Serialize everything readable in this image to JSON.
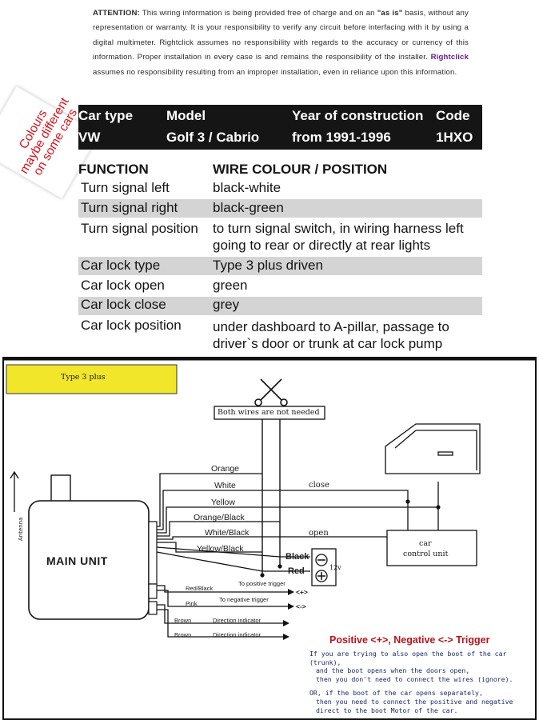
{
  "notice": {
    "attention": "ATTENTION:",
    "p1": "This wiring information is being provided free of charge and on an",
    "as_is": "\"as is\"",
    "p2": "basis, without any representation or warranty. It is your responsibility to verify any circuit before interfacing with it by using a digital multimeter. Rightclick assumes no responsibility with regards to the accuracy or currency of this information. Proper installation in every case is and remains the responsibility of the installer.",
    "brand": "Rightclick",
    "p3": "assumes no responsibility resulting from an improper installation, even in reliance upon this information."
  },
  "sticker": {
    "line1": "Colours",
    "line2": "maybe different",
    "line3": "on some cars"
  },
  "car_table": {
    "headers": {
      "car_type": "Car type",
      "model": "Model",
      "year": "Year of construction",
      "code": "Code"
    },
    "values": {
      "car_type": "VW",
      "model": "Golf 3 / Cabrio",
      "year": "from 1991-1996",
      "code": "1HXO"
    }
  },
  "function_table": {
    "header_function": "FUNCTION",
    "header_wire": "WIRE COLOUR / POSITION",
    "rows": [
      {
        "function": "Turn signal left",
        "wire": "black-white"
      },
      {
        "function": "Turn signal right",
        "wire": "black-green"
      },
      {
        "function": "Turn signal position",
        "wire": "to turn signal switch, in wiring harness left",
        "wire2": "going to rear or directly at rear lights"
      },
      {
        "function": "Car lock type",
        "wire": "Type 3 plus driven"
      },
      {
        "function": "Car lock open",
        "wire": "green"
      },
      {
        "function": "Car lock close",
        "wire": "grey"
      },
      {
        "function": "Car lock position",
        "wire": "under dashboard to A-pillar, passage to",
        "wire2": "driver`s door or trunk at car lock pump"
      }
    ]
  },
  "diagram": {
    "type_label": "Type 3 plus",
    "not_needed": "Both wires are not needed",
    "antenna": "Antenna",
    "main_unit": "MAIN UNIT",
    "wires": [
      "Orange",
      "White",
      "Yellow",
      "Orange/Black",
      "White/Black",
      "Yellow/Black"
    ],
    "close": "close",
    "open": "open",
    "control_unit_1": "car",
    "control_unit_2": "control unit",
    "black": "Black",
    "red": "Red",
    "voltage": "12v",
    "to_positive": "To positive trigger",
    "to_negative": "To negative trigger",
    "red_black": "Red/Black",
    "pink": "Pink",
    "brown": "Brown",
    "brown2": "Brown",
    "direction1": "Direction indicator",
    "direction2": "Direction indicator",
    "plus": "<+>",
    "minus": "<->"
  },
  "trigger": {
    "title": "Positive <+>, Negative <-> Trigger",
    "l1": "If you are trying to also open the boot of the car (trunk),",
    "l2": "and the boot opens when the doors open,",
    "l3": "then you don't need to connect the wires (ignore).",
    "l4": "OR, if the boot of the car opens separately,",
    "l5": "then you need to connect the positive and negative",
    "l6": "direct to the boot Motor of the car."
  },
  "colors": {
    "accent_red": "#d8141c",
    "brand_purple": "#6a1a8a",
    "label_yellow": "#f2e62a",
    "table_dark": "#151515",
    "row_shade": "#d4d4d4"
  }
}
